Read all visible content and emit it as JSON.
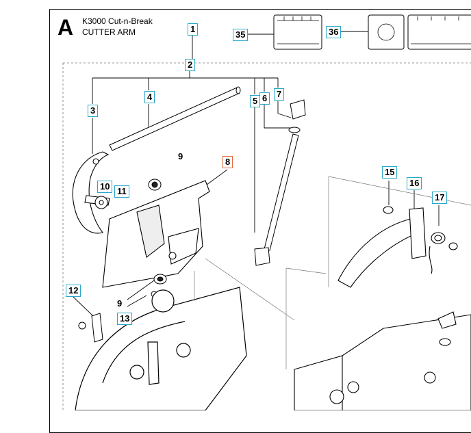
{
  "header": {
    "section_letter": "A",
    "model": "K3000 Cut-n-Break",
    "assembly": "CUTTER ARM"
  },
  "callouts": {
    "c1": "1",
    "c2": "2",
    "c3": "3",
    "c4": "4",
    "c5": "5",
    "c6": "6",
    "c7": "7",
    "c8": "8",
    "c9a": "9",
    "c9b": "9",
    "c10": "10",
    "c11": "11",
    "c12": "12",
    "c13": "13",
    "c15": "15",
    "c16": "16",
    "c17": "17",
    "c35": "35",
    "c36": "36"
  },
  "colors": {
    "callout_border": "#29a9c9",
    "callout_border_highlight": "#e36a3a",
    "line": "#000000"
  }
}
